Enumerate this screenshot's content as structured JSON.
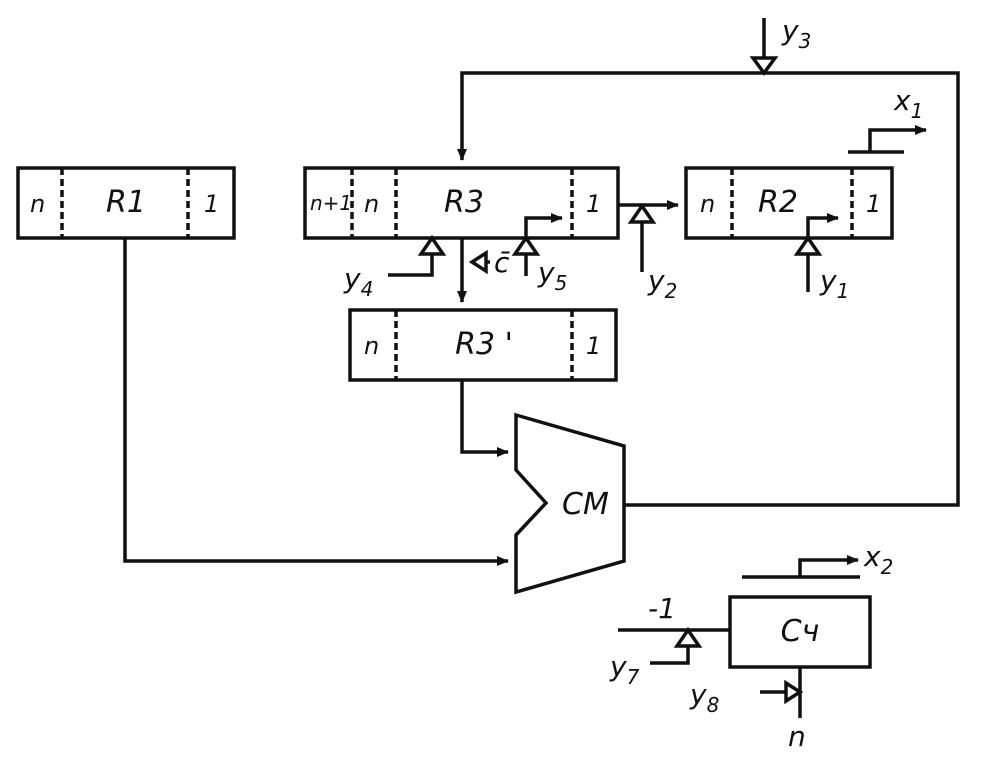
{
  "registers": {
    "R1": {
      "msb_label": "n",
      "name": "R1",
      "lsb_label": "1"
    },
    "R3": {
      "ext_label": "n+1",
      "msb_label": "n",
      "name": "R3",
      "lsb_label": "1"
    },
    "R2": {
      "msb_label": "n",
      "name": "R2",
      "lsb_label": "1"
    },
    "R3p": {
      "msb_label": "n",
      "name": "R3 '",
      "lsb_label": "1"
    }
  },
  "adder": {
    "name": "CM"
  },
  "counter": {
    "name": "Cч",
    "decrement_label": "-1",
    "init_label": "n"
  },
  "signals": {
    "y1": "y",
    "y1_sub": "1",
    "y2": "y",
    "y2_sub": "2",
    "y3": "y",
    "y3_sub": "3",
    "y4": "y",
    "y4_sub": "4",
    "y5": "y",
    "y5_sub": "5",
    "y7": "y",
    "y7_sub": "7",
    "y8": "y",
    "y8_sub": "8",
    "x1": "x",
    "x1_sub": "1",
    "x2": "x",
    "x2_sub": "2",
    "c_bar": "c̄"
  },
  "colors": {
    "ink": "#111111",
    "paper": "#ffffff"
  }
}
